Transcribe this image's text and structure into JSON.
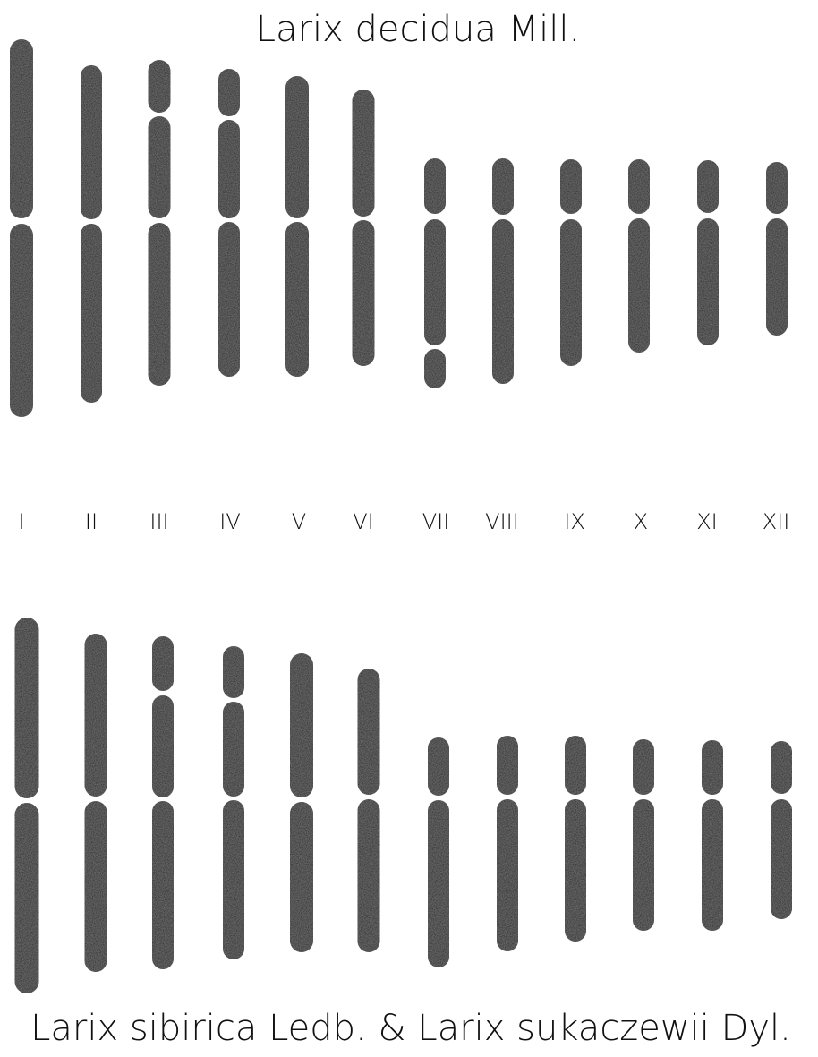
{
  "title_top": "Larix decidua Mill.",
  "title_bottom": "Larix sibirica Ledb. & Larix sukaczewii Dyl.",
  "chromosome_labels": [
    "I",
    "II",
    "III",
    "IV",
    "V",
    "VI",
    "VII",
    "VIII",
    "IX",
    "X",
    "XI",
    "XII"
  ],
  "colors": {
    "chromosome": "#151515",
    "background": "#ffffff",
    "text": "#111111"
  }
}
